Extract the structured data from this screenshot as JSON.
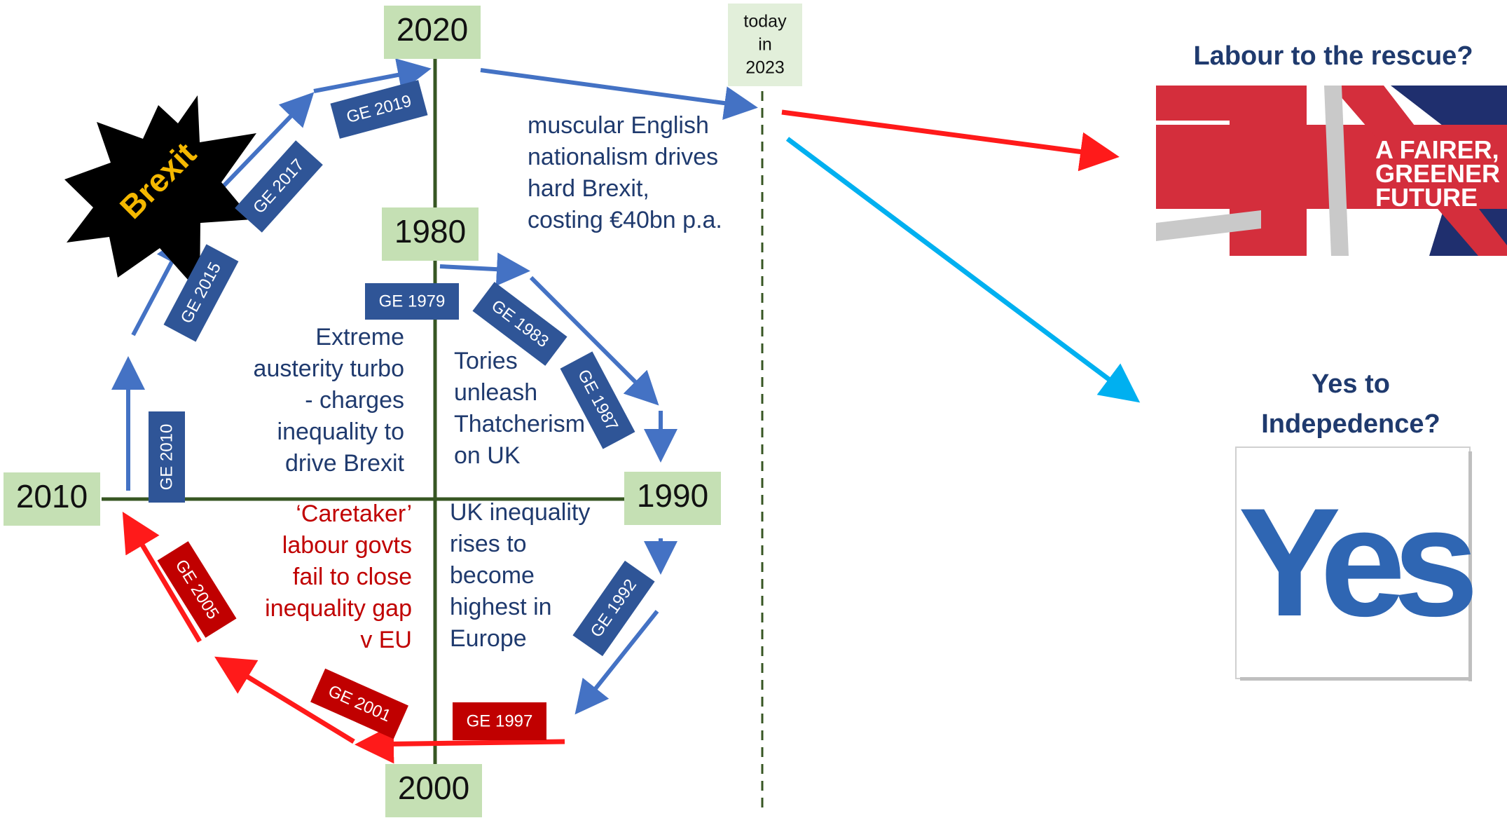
{
  "years": {
    "y2020": "2020",
    "y1980": "1980",
    "y1990": "1990",
    "y2010": "2010",
    "y2000": "2000"
  },
  "today": [
    "today",
    "in",
    "2023"
  ],
  "elections": {
    "ge1979": "GE 1979",
    "ge1983": "GE 1983",
    "ge1987": "GE 1987",
    "ge1992": "GE 1992",
    "ge1997": "GE 1997",
    "ge2001": "GE 2001",
    "ge2005": "GE 2005",
    "ge2010": "GE 2010",
    "ge2015": "GE 2015",
    "ge2017": "GE 2017",
    "ge2019": "GE 2019"
  },
  "notes": {
    "brexit_nationalism": [
      "muscular English",
      "nationalism drives",
      "hard Brexit,",
      "costing €40bn p.a."
    ],
    "austerity": [
      "Extreme",
      "austerity turbo",
      "- charges",
      "inequality to",
      "drive Brexit"
    ],
    "thatcherism": [
      "Tories",
      "unleash",
      "Thatcherism",
      "on UK"
    ],
    "inequality": [
      "UK inequality",
      "rises to",
      "become",
      "highest in",
      "Europe"
    ],
    "caretaker": [
      "‘Caretaker’",
      "labour govts",
      "fail to close",
      "inequality gap",
      "v EU"
    ]
  },
  "brexit_label": "Brexit",
  "outcomes": {
    "labour_title": "Labour to the rescue?",
    "labour_poster": [
      "A FAIRER,",
      "GREENER",
      "FUTURE"
    ],
    "yes_title": [
      "Yes to",
      "Indepedence?"
    ],
    "yes_logo": "Yes"
  },
  "colors": {
    "blue_arrow": "#4472c4",
    "red_arrow": "#ff1a1a",
    "cyan_arrow": "#00b0f0",
    "blue_box": "#2f5597",
    "red_box": "#c00000",
    "year_box": "#c5e0b4",
    "axis": "#375623",
    "union_red": "#d42e3c",
    "union_blue": "#1f2f6e"
  }
}
